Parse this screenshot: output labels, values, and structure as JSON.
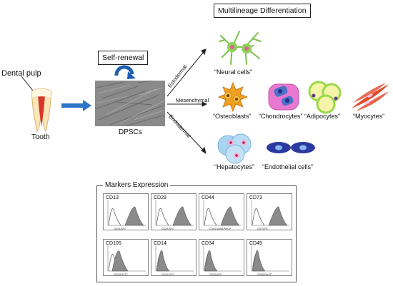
{
  "labels": {
    "dental_pulp": "Dental pulp",
    "tooth": "Tooth",
    "self_renewal": "Self-renewal",
    "dpscs": "DPSCs",
    "multilineage_title": "Multilineage Differentiation",
    "ectodermal": "Ectodermal",
    "mesenchymal": "Mesenchymal",
    "endodermal": "Endodermal",
    "neural_cells": "“Neural cells”",
    "osteoblasts": "“Osteoblasts”",
    "chondrocytes": "“Chondrocytes”",
    "adipocytes": "“Adipocytes”",
    "myocytes": "“Myocytes”",
    "hepatocytes": "“Hepatocytes”",
    "endothelial_cells": "“Endothelial cells”",
    "markers_title": "Markers Expression"
  },
  "markers": [
    {
      "name": "CD13",
      "xlabel": "CD13-APC",
      "level": "high"
    },
    {
      "name": "CD29",
      "xlabel": "CD29-APC",
      "level": "high"
    },
    {
      "name": "CD44",
      "xlabel": "CD44-Violet-PerCP",
      "level": "high"
    },
    {
      "name": "CD73",
      "xlabel": "CD73-PE",
      "level": "high"
    },
    {
      "name": "CD105",
      "xlabel": "CD105-FITC",
      "level": "low"
    },
    {
      "name": "CD14",
      "xlabel": "CD14-FITC",
      "level": "neg"
    },
    {
      "name": "CD34",
      "xlabel": "CD34-APC",
      "level": "neg"
    },
    {
      "name": "CD45",
      "xlabel": "CD45-PerCP",
      "level": "neg"
    }
  ],
  "colors": {
    "arrow_blue": "#2e74c9",
    "renewal_blue": "#1f5fb0",
    "neural_green": "#7cc24a",
    "osteo_orange": "#f0a020",
    "chondro_pink": "#e060c0",
    "adipo_green": "#9ad84a",
    "myo_red": "#e24a2a",
    "hepato_blue": "#a8d4f0",
    "endo_navy": "#2a3aa0"
  }
}
